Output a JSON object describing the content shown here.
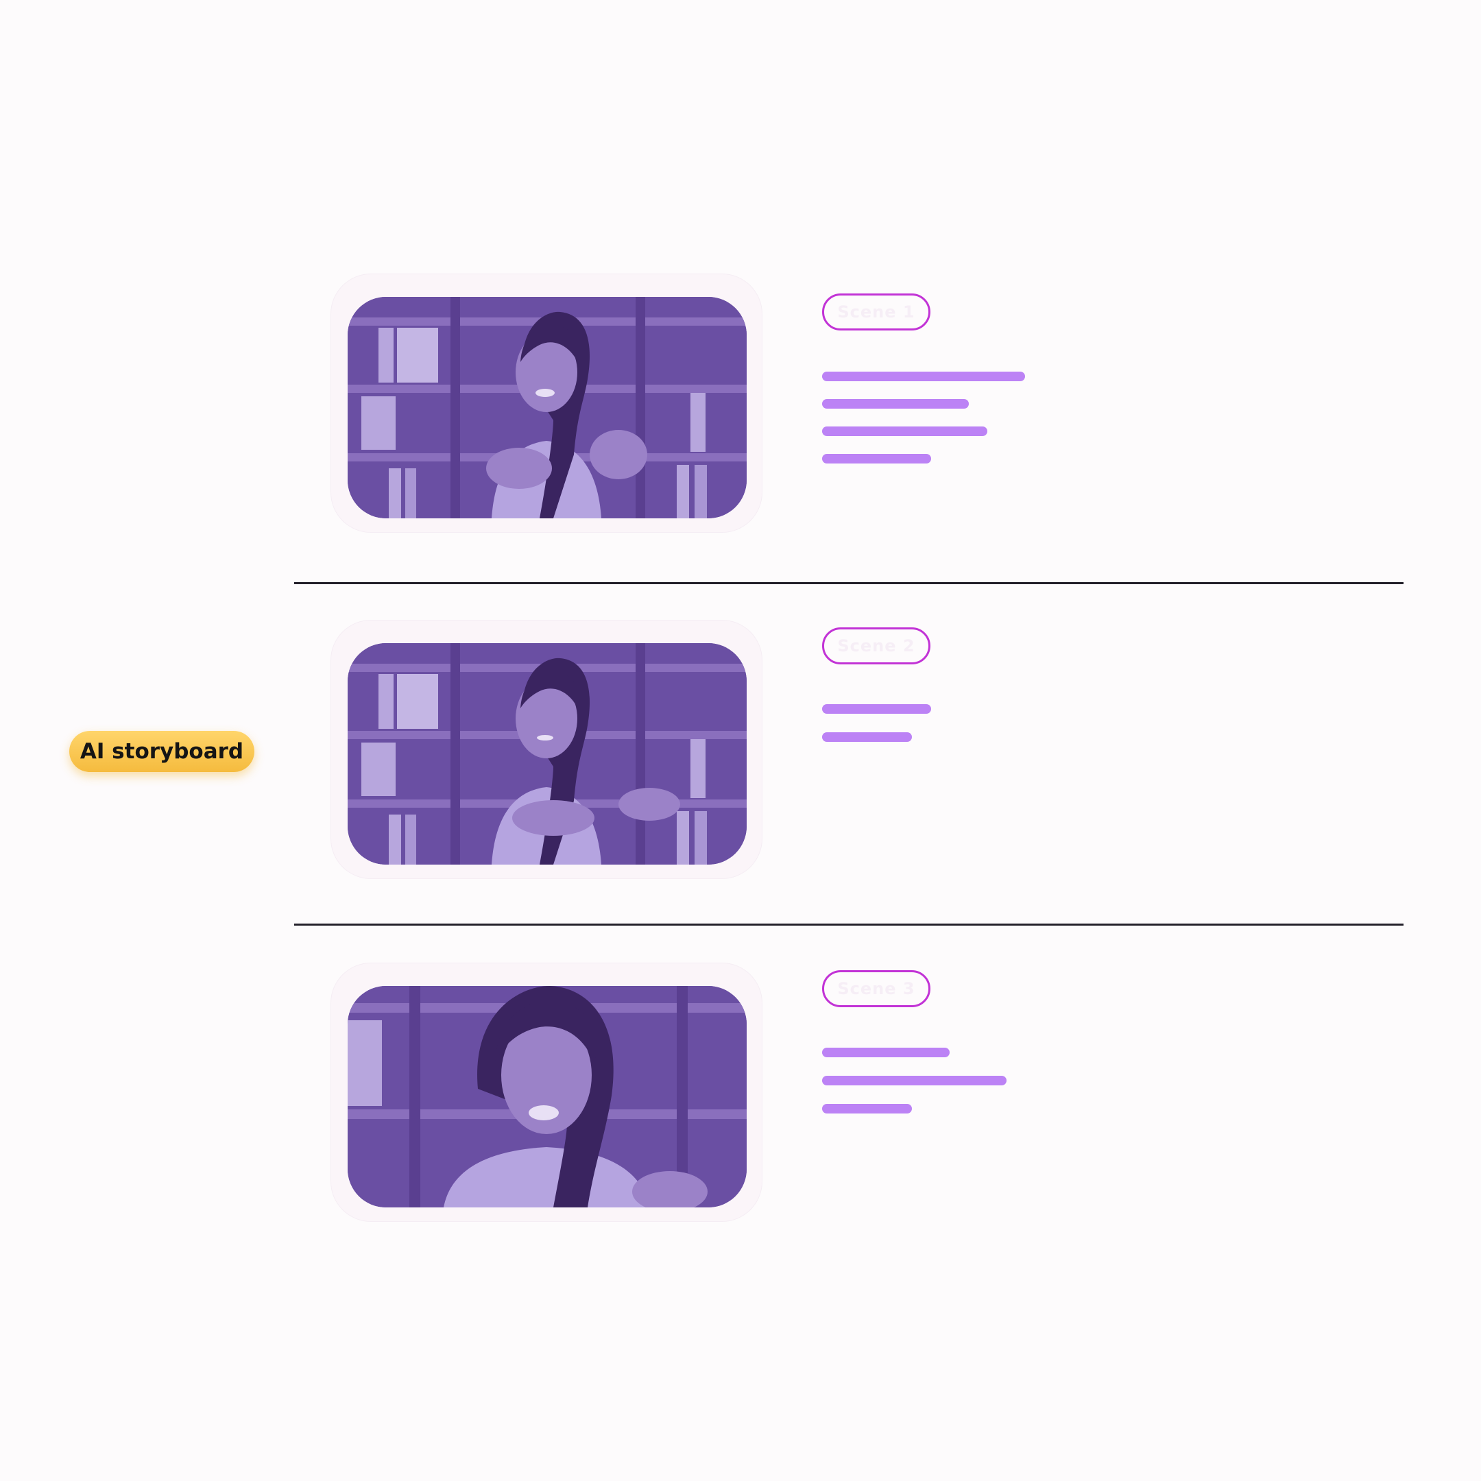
{
  "badge": {
    "label": "AI storyboard",
    "color": "#f8c44a"
  },
  "accent_colors": {
    "pill_border": "#c233d6",
    "text_bar": "#bc82f5",
    "thumbnail_tint": "#5b3f93",
    "divider": "#23202a"
  },
  "scenes": [
    {
      "thumbnail": "presenter-video-thumbnail",
      "pill_label": "Scene 1",
      "text_bar_count": 4
    },
    {
      "thumbnail": "presenter-video-thumbnail",
      "pill_label": "Scene 2",
      "text_bar_count": 2
    },
    {
      "thumbnail": "presenter-video-thumbnail",
      "pill_label": "Scene 3",
      "text_bar_count": 3
    }
  ]
}
